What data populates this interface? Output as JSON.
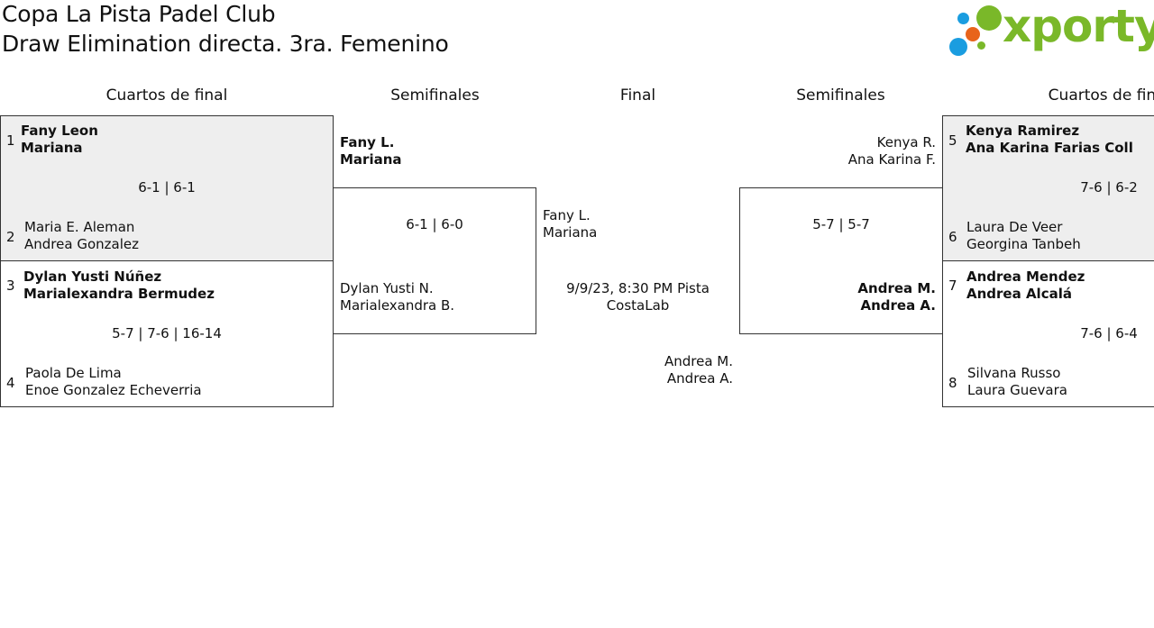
{
  "header": {
    "title_line1": "Copa La Pista Padel Club",
    "title_line2": "Draw Elimination directa. 3ra. Femenino"
  },
  "logo": {
    "text": "xporty",
    "brand_color": "#7ab829",
    "dot_colors": [
      "#1a9de0",
      "#e8641b",
      "#7ab829"
    ]
  },
  "rounds": {
    "left_quarters": "Cuartos de final",
    "left_semis": "Semifinales",
    "final": "Final",
    "right_semis": "Semifinales",
    "right_quarters": "Cuartos de final"
  },
  "quarters_left": [
    {
      "top_seed": "1",
      "top_p1": "Fany Leon",
      "top_p2": "Mariana",
      "score": "6-1 | 6-1",
      "bottom_seed": "2",
      "bottom_p1": "Maria E. Aleman",
      "bottom_p2": "Andrea Gonzalez"
    },
    {
      "top_seed": "3",
      "top_p1": "Dylan Yusti Núñez",
      "top_p2": "Marialexandra Bermudez",
      "score": "5-7 | 7-6 | 16-14",
      "bottom_seed": "4",
      "bottom_p1": "Paola De Lima",
      "bottom_p2": "Enoe Gonzalez Echeverria"
    }
  ],
  "quarters_right": [
    {
      "top_seed": "5",
      "top_p1": "Kenya Ramirez",
      "top_p2": "Ana Karina Farias Coll",
      "score": "7-6 | 6-2",
      "bottom_seed": "6",
      "bottom_p1": "Laura De Veer",
      "bottom_p2": "Georgina Tanbeh"
    },
    {
      "top_seed": "7",
      "top_p1": "Andrea Mendez",
      "top_p2": "Andrea Alcalá",
      "score": "7-6 | 6-4",
      "bottom_seed": "8",
      "bottom_p1": "Silvana Russo",
      "bottom_p2": "Laura Guevara"
    }
  ],
  "semi_left": {
    "top_p1": "Fany L.",
    "top_p2": "Mariana",
    "score": "6-1 | 6-0",
    "bottom_p1": "Dylan Yusti N.",
    "bottom_p2": "Marialexandra B."
  },
  "semi_right": {
    "top_p1": "Kenya R.",
    "top_p2": "Ana Karina F.",
    "score": "5-7 | 5-7",
    "bottom_p1": "Andrea M.",
    "bottom_p2": "Andrea A."
  },
  "final": {
    "top_p1": "Fany L.",
    "top_p2": "Mariana",
    "schedule_line1": "9/9/23, 8:30 PM Pista",
    "schedule_line2": "CostaLab",
    "bottom_p1": "Andrea M.",
    "bottom_p2": "Andrea A."
  }
}
